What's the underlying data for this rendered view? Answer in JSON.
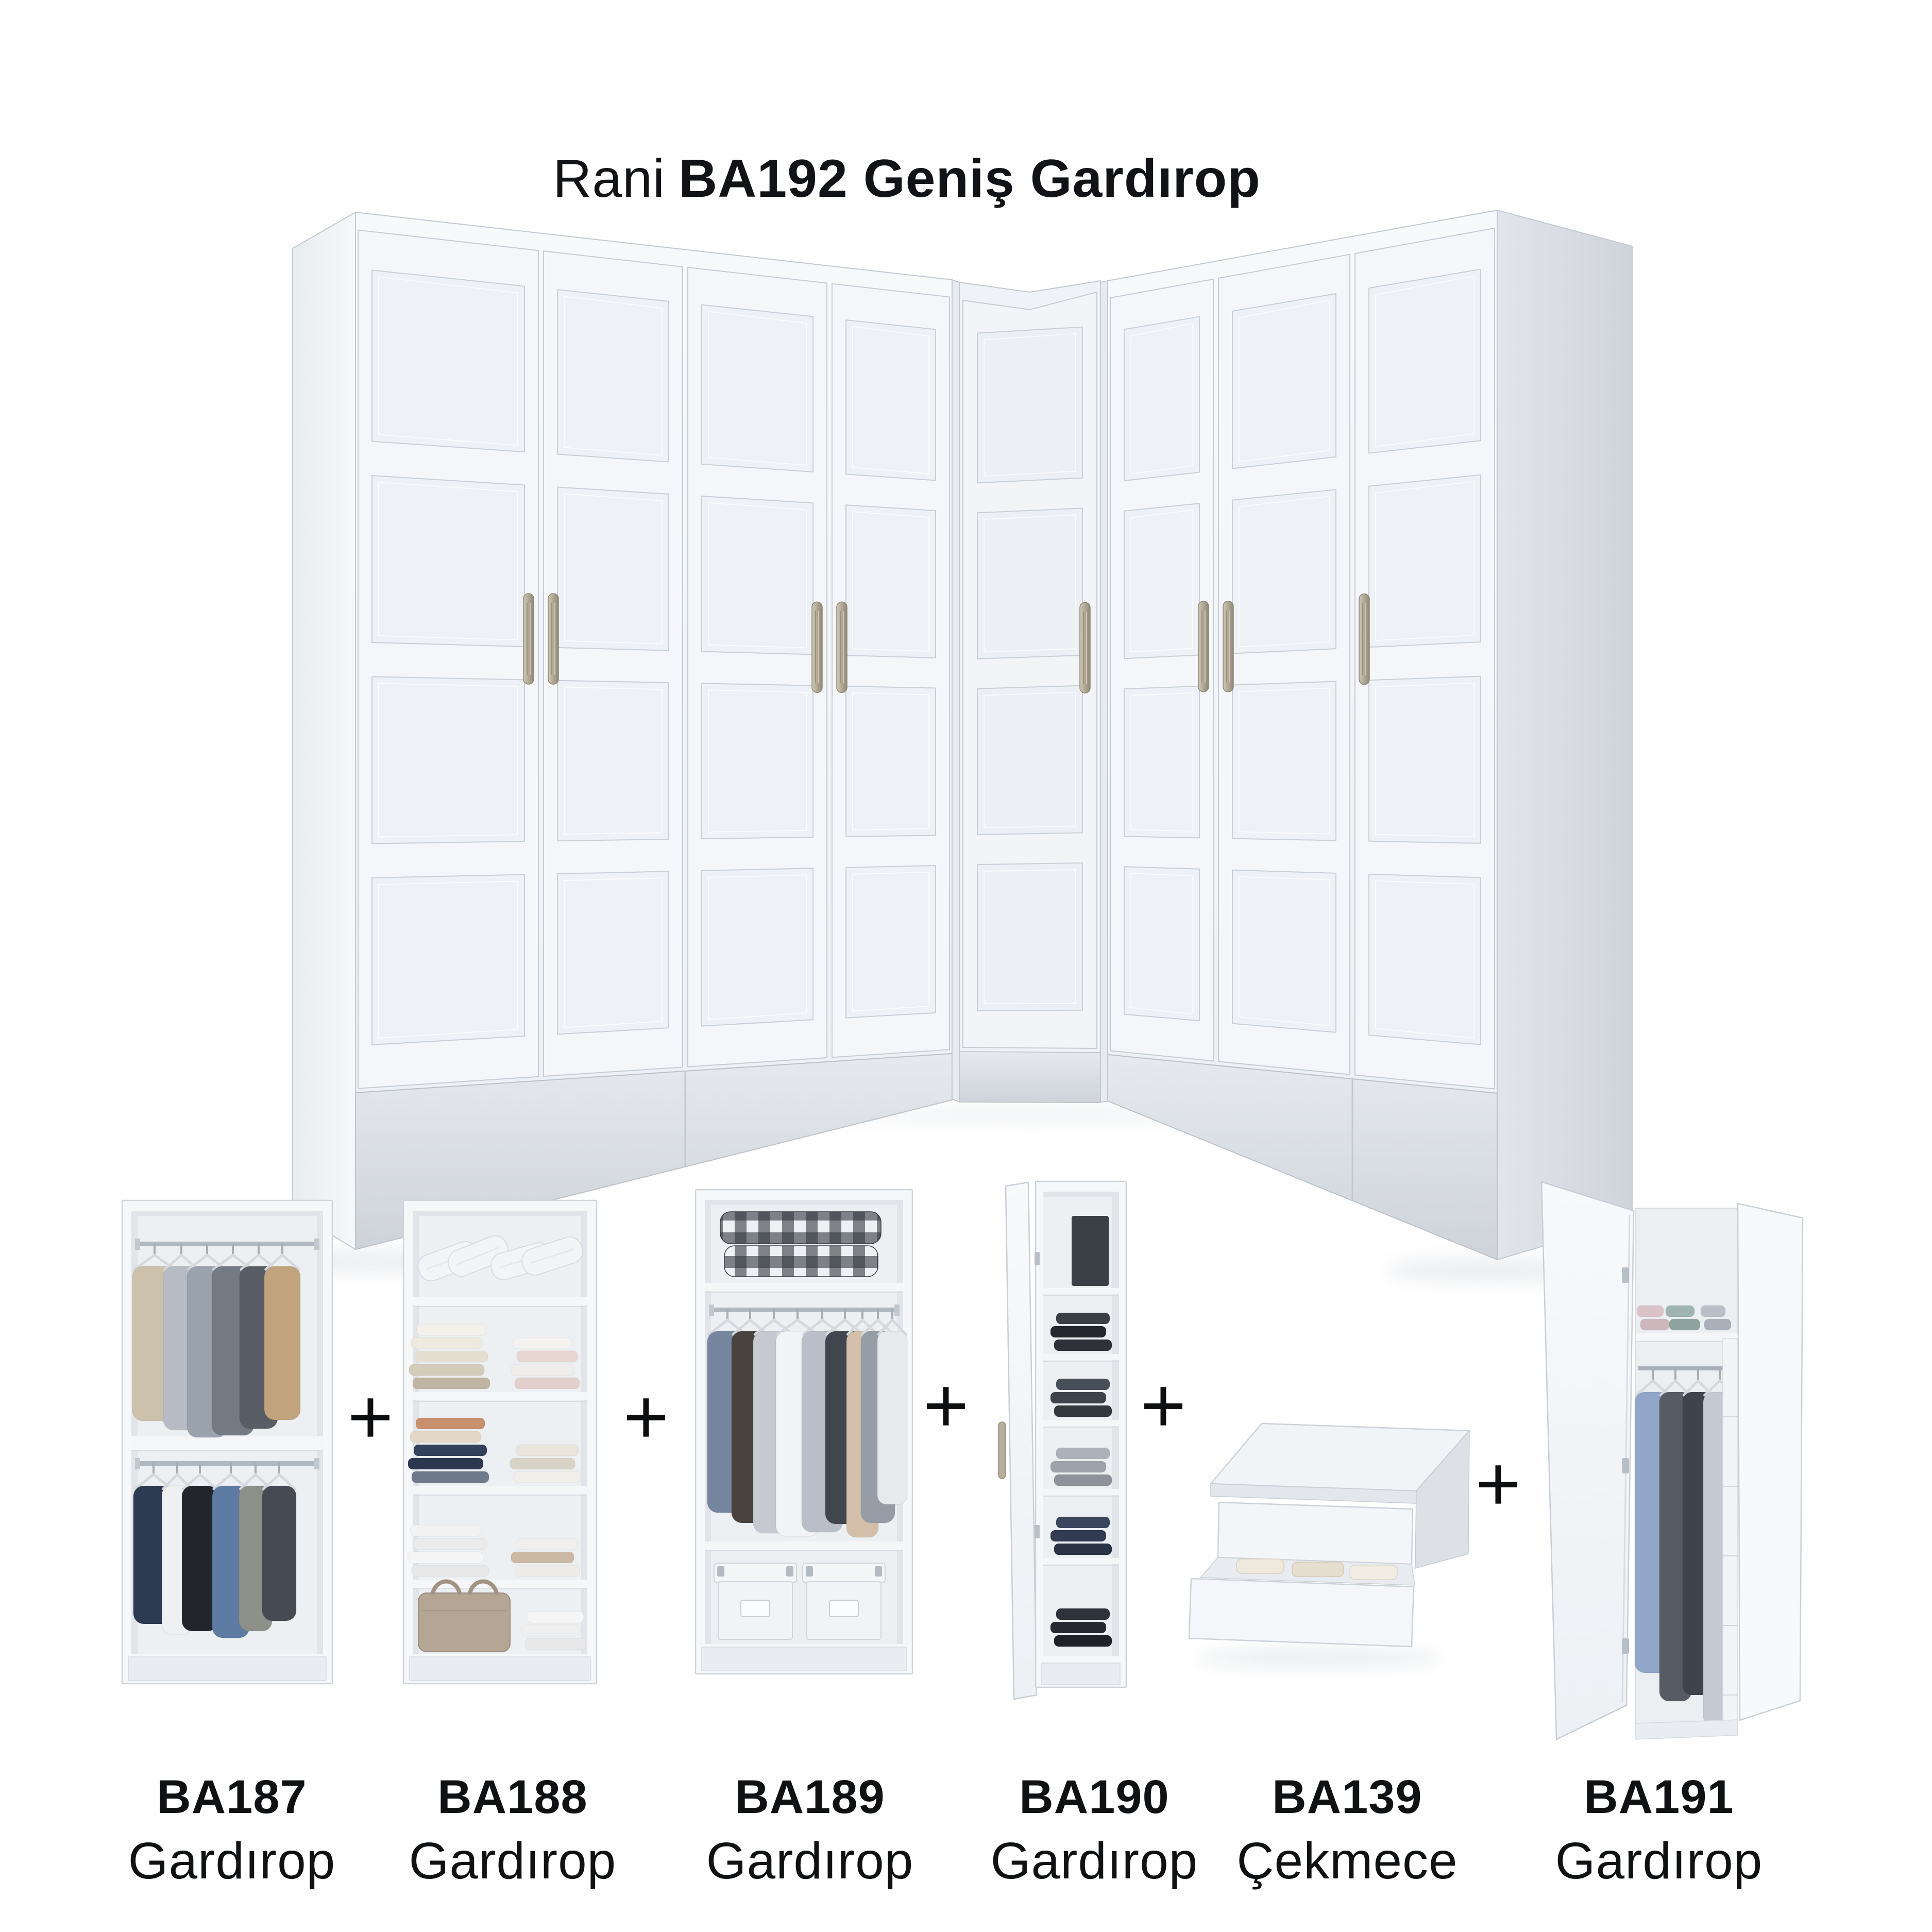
{
  "title": {
    "brand": "Rani",
    "product": "BA192 Geniş Gardırop"
  },
  "plus_symbol": "+",
  "components": [
    {
      "code": "BA187",
      "name": "Gardırop"
    },
    {
      "code": "BA188",
      "name": "Gardırop"
    },
    {
      "code": "BA189",
      "name": "Gardırop"
    },
    {
      "code": "BA190",
      "name": "Gardırop"
    },
    {
      "code": "BA139",
      "name": "Çekmece"
    },
    {
      "code": "BA191",
      "name": "Gardırop"
    }
  ],
  "hero": {
    "description": "White L-shaped corner wardrobe with 8 shaker-panel doors and vertical bar handles",
    "handle_color": "#b1a894"
  },
  "colors": {
    "background": "#ffffff",
    "text": "#101214",
    "door_face": "#f4f6f9",
    "panel": "#eef1f5",
    "side_panel": "#d9dde2",
    "plinth": "#dde1e6",
    "handle": "#b1a894"
  }
}
